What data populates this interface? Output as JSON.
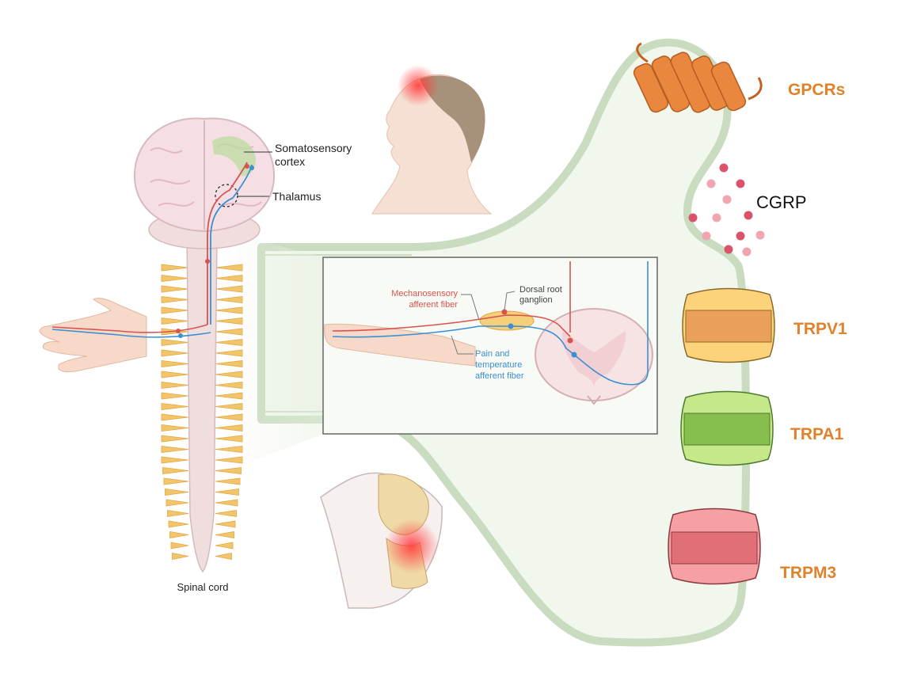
{
  "labels": {
    "somatosensory_line1": "Somatosensory",
    "somatosensory_line2": "cortex",
    "thalamus": "Thalamus",
    "spinal_cord": "Spinal cord",
    "mechanosensory_line1": "Mechanosensory",
    "mechanosensory_line2": "afferent fiber",
    "drg_line1": "Dorsal root",
    "drg_line2": "ganglion",
    "pain_line1": "Pain and",
    "pain_line2": "temperature",
    "pain_line3": "afferent fiber",
    "gpcrs": "GPCRs",
    "cgrp": "CGRP",
    "trpv1": "TRPV1",
    "trpa1": "TRPA1",
    "trpm3": "TRPM3"
  },
  "icons": {
    "head": "head-pain-icon",
    "brain": "brain-icon",
    "hand": "hand-icon",
    "knee": "knee-joint-icon",
    "spine": "spinal-cord-icon",
    "gpcr": "gpcr-protein-icon",
    "channel": "ion-channel-icon"
  },
  "colors": {
    "neuron_outline": "#c9dcc0",
    "neuron_fill": "#f1f7ec",
    "receptor_label": "#e0822a",
    "mechanosensory_fiber": "#d9534f",
    "pain_fiber": "#3b8fd4",
    "trpv1_light": "#fcd37a",
    "trpv1_dark": "#e9a05a",
    "trpa1_light": "#c7e78b",
    "trpa1_dark": "#86bf4e",
    "trpm3_light": "#f6a0a4",
    "trpm3_dark": "#e06f77",
    "gpcr": "#e8873d",
    "cgrp_dot": "#d9546a"
  }
}
